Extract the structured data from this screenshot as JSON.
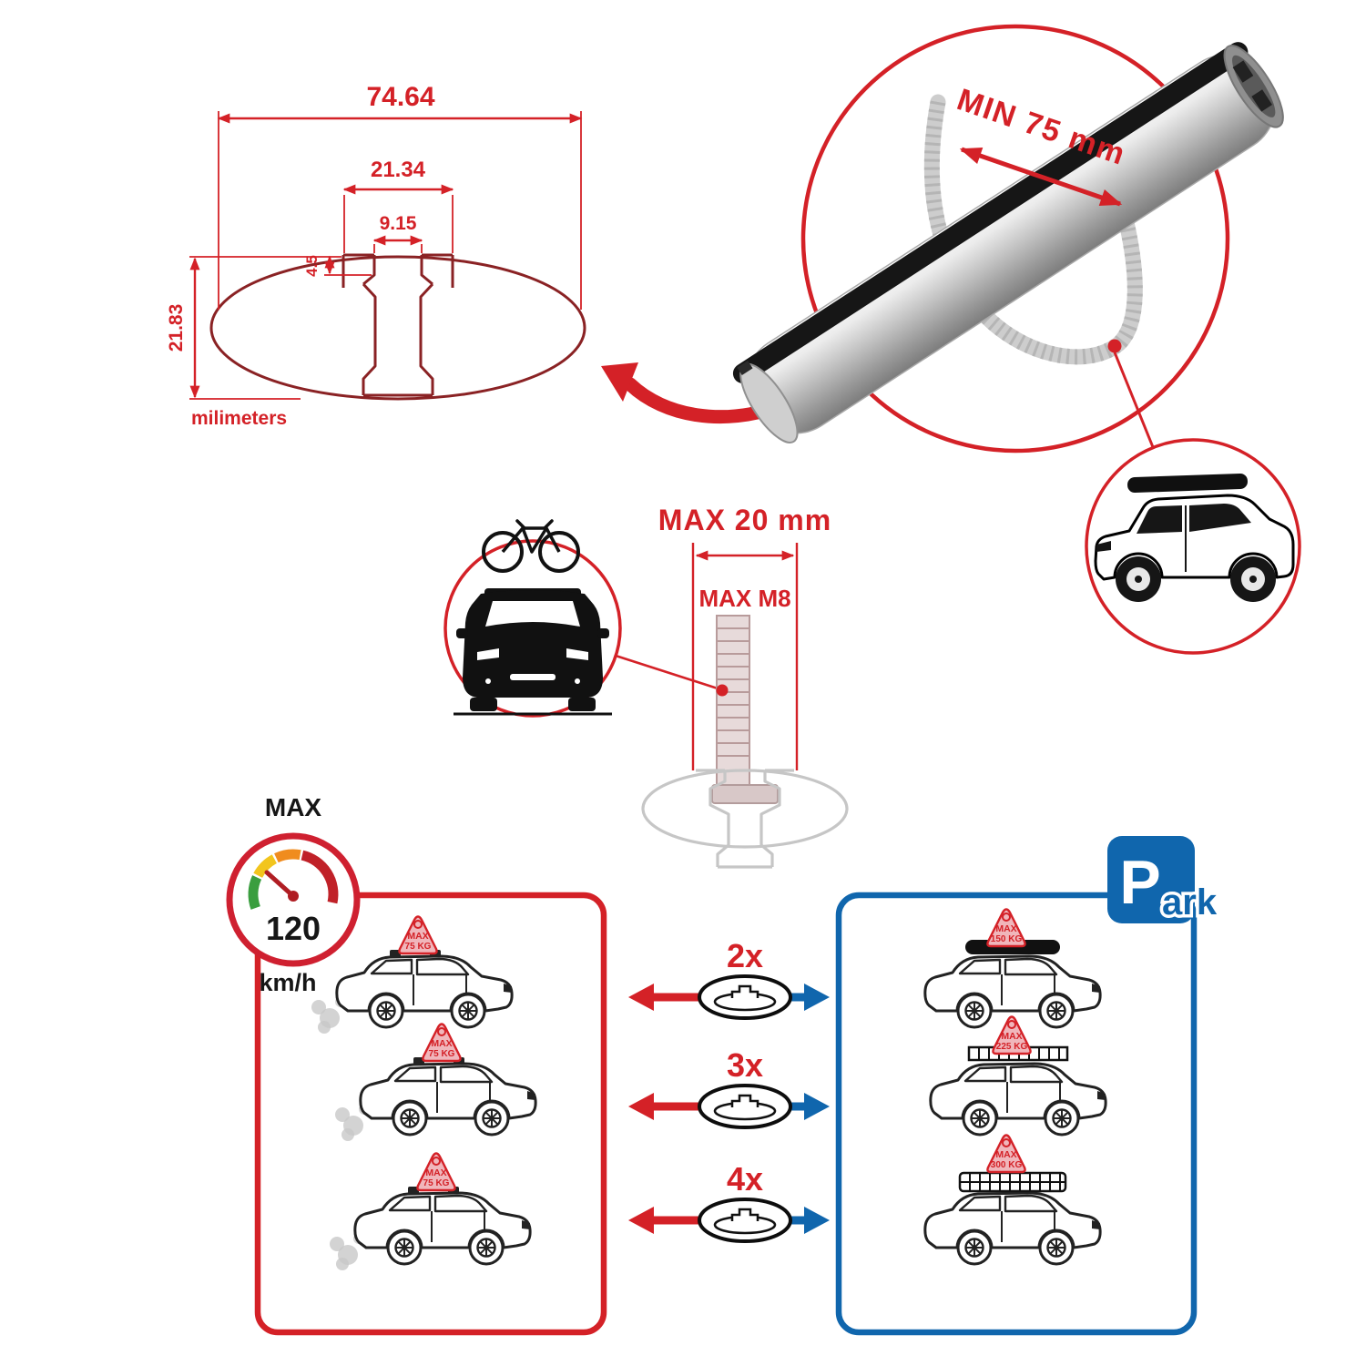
{
  "colors": {
    "accent_red": "#d42127",
    "accent_blue": "#1066ad",
    "profile_maroon": "#8a2224",
    "ink": "#161616",
    "light_gray": "#c6c6c6",
    "gauge_green": "#3a9e3f",
    "gauge_yellow": "#f2c51d",
    "gauge_orange": "#f08c1e",
    "gauge_red": "#c02128"
  },
  "tech_drawing": {
    "total_width": "74.64",
    "slot_outer_width": "21.34",
    "slot_inner_width": "9.15",
    "lip_depth": "4.5",
    "total_height": "21.83",
    "units": "milimeters"
  },
  "clamp_detail": {
    "min_span": "MIN 75 mm"
  },
  "bolt_detail": {
    "max_width": "MAX 20 mm",
    "max_thread": "MAX M8"
  },
  "speed_limit": {
    "label": "MAX",
    "value": "120",
    "unit": "km/h"
  },
  "parking_sign": {
    "p": "P",
    "suffix": "ark"
  },
  "driving_cars": [
    {
      "badge_line1": "MAX",
      "badge_line2": "75 KG"
    },
    {
      "badge_line1": "MAX",
      "badge_line2": "75 KG"
    },
    {
      "badge_line1": "MAX",
      "badge_line2": "75 KG"
    }
  ],
  "parked_cars": [
    {
      "badge_line1": "MAX",
      "badge_line2": "150 KG"
    },
    {
      "badge_line1": "MAX",
      "badge_line2": "225 KG"
    },
    {
      "badge_line1": "MAX",
      "badge_line2": "300 KG"
    }
  ],
  "bar_counts": [
    "2x",
    "3x",
    "4x"
  ]
}
